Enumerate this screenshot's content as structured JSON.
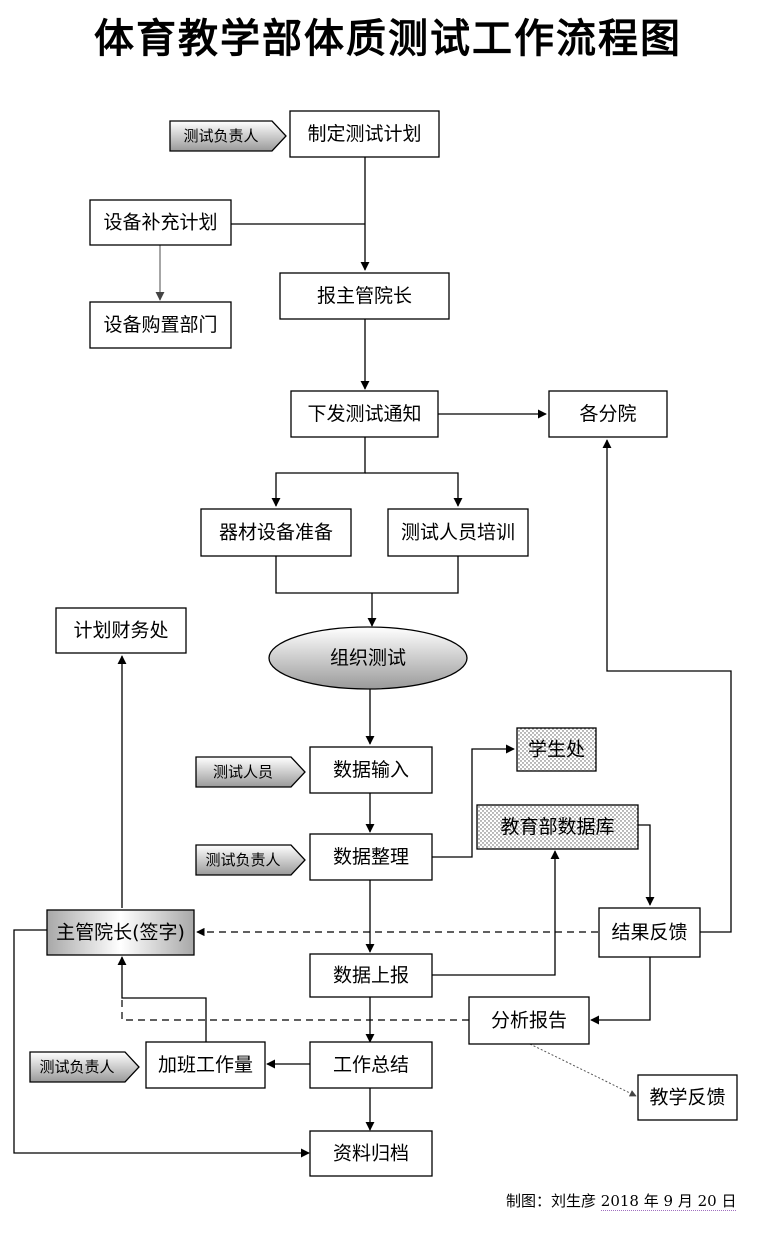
{
  "title": "体育教学部体质测试工作流程图",
  "nodes": {
    "plan": "制定测试计划",
    "equip_plan": "设备补充计划",
    "equip_buy": "设备购置部门",
    "report_dean": "报主管院长",
    "notice": "下发测试通知",
    "branches": "各分院",
    "equip_prep": "器材设备准备",
    "staff_train": "测试人员培训",
    "organize": "组织测试",
    "finance": "计划财务处",
    "data_input": "数据输入",
    "student_office": "学生处",
    "edu_db": "教育部数据库",
    "data_sort": "数据整理",
    "dean_sign": "主管院长(签字)",
    "feedback": "结果反馈",
    "data_report": "数据上报",
    "analysis": "分析报告",
    "overtime": "加班工作量",
    "summary": "工作总结",
    "teach_feedback": "教学反馈",
    "archive": "资料归档"
  },
  "tags": {
    "t1": "测试负责人",
    "t2": "测试人员",
    "t3": "测试负责人",
    "t4": "测试负责人"
  },
  "footer": {
    "label": "制图：刘生彦",
    "date": "2018 年 9 月 20 日"
  }
}
